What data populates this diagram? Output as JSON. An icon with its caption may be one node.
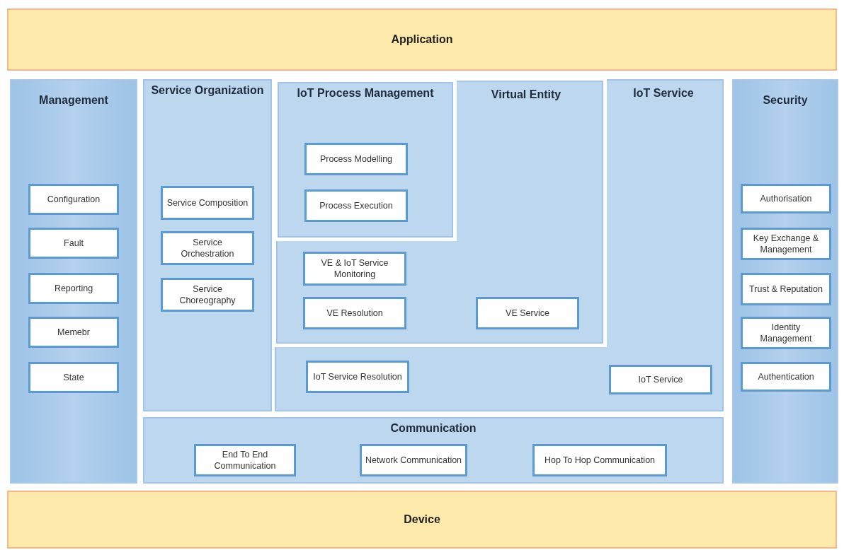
{
  "diagram": {
    "nodes": [
      {
        "text": [
          "Application"
        ]
      },
      {
        "text": [
          "Management"
        ]
      },
      {
        "text": [
          "Configuration"
        ],
        "in": 1
      },
      {
        "text": [
          "Fault"
        ],
        "in": 1
      },
      {
        "text": [
          "Reporting"
        ],
        "in": 1
      },
      {
        "text": [
          "Memebr"
        ],
        "in": 1
      },
      {
        "text": [
          "State"
        ],
        "in": 1
      },
      {
        "text": [
          "Service Organization"
        ]
      },
      {
        "text": [
          "Service Composition"
        ],
        "in": 7
      },
      {
        "text": [
          "Service Orchestration"
        ],
        "in": 7
      },
      {
        "text": [
          "Service Choreography"
        ],
        "in": 7
      },
      {
        "text": [
          "IoT Service"
        ]
      },
      {
        "text": [
          "Virtual Entity"
        ],
        "in": 11
      },
      {
        "text": [
          "IoT Process Management"
        ],
        "in": 12
      },
      {
        "text": [
          "Process Modelling"
        ],
        "in": 13
      },
      {
        "text": [
          "Process Execution"
        ],
        "in": 13
      },
      {
        "text": [
          "VE & IoT Service Monitoring"
        ],
        "in": 12
      },
      {
        "text": [
          "VE Resolution"
        ],
        "in": 12
      },
      {
        "text": [
          "VE Service"
        ],
        "in": 12
      },
      {
        "text": [
          "IoT Service Resolution"
        ],
        "in": 11
      },
      {
        "text": [
          "IoT Service"
        ],
        "in": 11
      },
      {
        "text": [
          "Security"
        ]
      },
      {
        "text": [
          "Authorisation"
        ],
        "in": 21
      },
      {
        "text": [
          "Key Exchange & Management"
        ],
        "in": 21
      },
      {
        "text": [
          "Trust & Reputation"
        ],
        "in": 21
      },
      {
        "text": [
          "Identity Management"
        ],
        "in": 21
      },
      {
        "text": [
          "Authentication"
        ],
        "in": 21
      },
      {
        "text": [
          "Communication"
        ]
      },
      {
        "text": [
          "End To End Communication"
        ],
        "in": 27
      },
      {
        "text": [
          "Network Communication"
        ],
        "in": 27
      },
      {
        "text": [
          "Hop To Hop Communication"
        ],
        "in": 27
      },
      {
        "text": [
          "Device"
        ]
      }
    ],
    "edges": []
  }
}
